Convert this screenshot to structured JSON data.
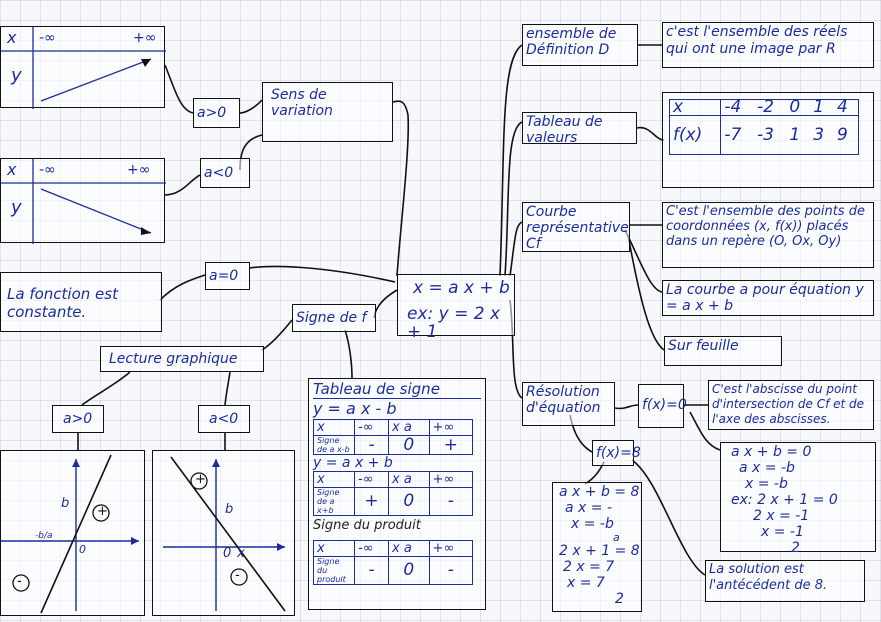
{
  "center": {
    "line1": "x = a x + b",
    "line2": "ex: y = 2 x + 1"
  },
  "domain_box": {
    "label": "ensemble de Définition D",
    "desc": "c'est l'ensemble des réels qui ont une image par R"
  },
  "values_box": {
    "label": "Tableau de valeurs",
    "table": {
      "x_head": "x",
      "fx_head": "f(x)",
      "x_vals": [
        "-4",
        "-2",
        "0",
        "1",
        "4"
      ],
      "fx_vals": [
        "-7",
        "-3",
        "1",
        "3",
        "9"
      ]
    }
  },
  "curve_box": {
    "label": "Courbe représentative Cf",
    "desc": "C'est l'ensemble des points de coordonnées (x, f(x)) placés dans un repère (O, Ox, Oy)",
    "equation": "La courbe a pour équation y = a x + b",
    "sheet": "Sur feuille"
  },
  "equation_box": {
    "label": "Résolution d'équation",
    "fx0": "f(x)=0",
    "fx0_desc": "C'est l'abscisse du point d'intersection de Cf et de l'axe des abscisses.",
    "fx0_steps": [
      "a x + b = 0",
      "a x = -b",
      "x = -b",
      "ex: 2 x + 1 = 0",
      "2 x = -1",
      "x = -1",
      "2"
    ],
    "fx8": "f(x)=8",
    "fx8_steps": [
      "a x + b = 8",
      "a x = -",
      "x = -b",
      "a",
      "2 x + 1 = 8",
      "2 x = 7",
      "x = 7",
      "2"
    ],
    "fx8_desc": "La solution est l'antécédent de 8."
  },
  "variation": {
    "label": "Sens de variation",
    "a_pos": "a>0",
    "a_neg": "a<0",
    "a_zero": "a=0",
    "table_x": "x",
    "table_y": "y",
    "minus_inf": "-∞",
    "plus_inf": "+∞",
    "constant": "La fonction est constante."
  },
  "sign": {
    "label": "Signe de f",
    "reading": "Lecture graphique",
    "a_pos": "a>0",
    "a_neg": "a<0",
    "tableau_title": "Tableau de signe",
    "expr1": "y = a x - b",
    "expr2": "y = a x + b",
    "product_title": "Signe du produit",
    "head": [
      "x",
      "-∞",
      "x a",
      "+∞"
    ],
    "row1_label": "Signe de a x-b",
    "row1": [
      "-",
      "0",
      "+"
    ],
    "row2_label": "Signe de a x+b",
    "row2": [
      "+",
      "0",
      "-"
    ],
    "row3_label": "Signe du produit",
    "row3": [
      "-",
      "0",
      "-"
    ],
    "graph_pos": {
      "b": "b",
      "minus_b_a": "-b/a",
      "zero": "0",
      "plus": "+",
      "minus": "-"
    },
    "graph_neg": {
      "b": "b",
      "zero": "0",
      "x": "x",
      "plus": "+",
      "minus": "-"
    }
  }
}
